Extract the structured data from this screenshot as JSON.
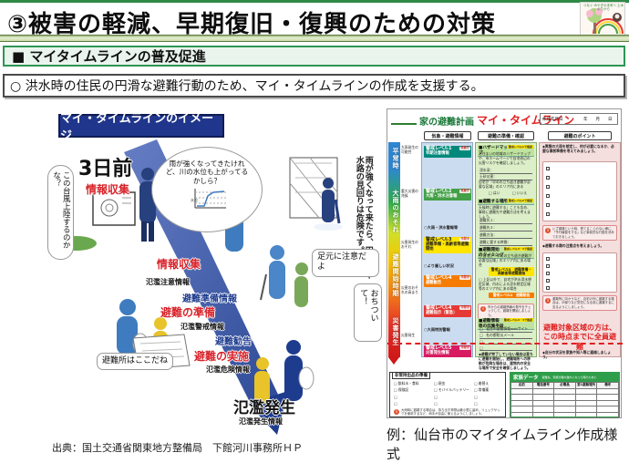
{
  "slide": {
    "title": "③被害の軽減、早期復旧・復興のための対策",
    "logo_text": "つなぐ みやぎの未来へ 土木のちから",
    "section": "■ マイタイムラインの普及促進",
    "lead": "○ 洪水時の住民の円滑な避難行動のため、マイ・タイムラインの作成を支援する。",
    "source": "出典：国土交通省関東地方整備局　下館河川事務所ＨＰ",
    "form_caption": "例：仙台市のマイタイムライン作成様式"
  },
  "colors": {
    "accent_green": "#2f9555",
    "navy": "#20368c",
    "action_red": "#d8232a",
    "form_red": "#e02020"
  },
  "illustration": {
    "badge": "マイ・タイムラインのイメージ",
    "day3": "3日前",
    "info_collect_1": "情報収集",
    "info_collect_2": "情報収集",
    "flood_caution": "氾濫注意情報",
    "evac_prep_info": "避難準備情報",
    "evac_prep": "避難の準備",
    "flood_warning": "氾濫警戒情報",
    "evac_advisory": "避難勧告",
    "evac_action": "避難の実施",
    "flood_danger": "氾濫危険情報",
    "flood_occur": "氾濫発生",
    "flood_occur_info": "氾濫発生情報",
    "bubble_typhoon": "この台風上陸するのかな？",
    "bubble_river": "雨が強くなってきたけれど、川の水位も上がってるかしら？",
    "bubble_patrol": "雨が強くなって来たら、田んぼや水路の見回りは危険です。",
    "bubble_feet": "足元に注意だよ",
    "bubble_calm": "おちついて！",
    "bubble_shelter": "避難所はここだね",
    "chart_label": "水位"
  },
  "form": {
    "title_prefix": "家の避難計画",
    "title_main": "マイ・タイムライン",
    "date_label": "作成年月日　　　　　年　　月　　日",
    "col_met": "気象・避難情報",
    "col_prep": "避難の準備・確認",
    "col_point": "避難のポイント",
    "phases": [
      "平常時",
      "大雨のおそれ",
      "避難開始時期",
      "災害発生"
    ],
    "phase_notes": [
      "大雨発生の可能性",
      "重大災害の兆候",
      "災害発生のおそれ",
      "災害のおそれの高まり",
      "災害発生"
    ],
    "levels": [
      {
        "name": "警戒レベル1",
        "desc": "早期注意情報",
        "src": "気象庁"
      },
      {
        "name": "警戒レベル2",
        "desc": "大雨・洪水注意報",
        "src": "気象庁"
      },
      {
        "name": "警戒レベル3",
        "desc": "避難準備・高齢者等避難開始",
        "src": "市発令"
      },
      {
        "name": "警戒レベル4",
        "desc": "避難勧告",
        "src": "市発令"
      },
      {
        "name": "警戒レベル4",
        "desc": "避難指示（緊急）",
        "src": "市発令"
      },
      {
        "name": "警戒レベル5",
        "desc": "災害発生情報",
        "src": "市発令"
      }
    ],
    "met_notes": [
      "○大雨・洪水警報等",
      "○より厳しい状況",
      "○大雨特別警報"
    ],
    "prep": {
      "sec1_title": "■ハザードマップ",
      "sec1_tag": "警戒レベル1で確認",
      "sec1_body": "お住まいの地域のハザードマップや、市ホームページで自宅周辺の災害リスクを確認しましょう。",
      "sec1_f1": "浸水深：",
      "sec1_f2": "土砂災害：",
      "sec1_q": "自宅が「早めの立ち退き避難が必要な区域」のエリア内にある",
      "yes": "□ はい",
      "no": "□ いいえ",
      "sec2_title": "■避難する場所",
      "sec2_tag": "警戒レベル2で確認",
      "sec2_body": "天候時に避難する」ことも含め、事前に避難先や避難方法を考えましょう。",
      "sec2_f1": "避難先１：",
      "sec2_f2": "避難先２：",
      "sec2_f3": "避難方法：",
      "sec2_f4": "避難に要する時間：",
      "sec3_title": "■避難開始のタイミング",
      "sec3_tag": "警戒レベル3・4で確認",
      "sec3_c1": "□ 自宅が「早めの立ち退き避難が必要な区域」のエリア内にある場合",
      "sec3_c2": "□ 上記以外で、自宅が洪水浸水想定区域、内水による浸水想定区域等のエリア内にある場合",
      "sec3_l3": "警戒レベル3　避難準備・高齢者等避難開始",
      "sec3_l4": "警戒レベル4　避難勧告",
      "info1": "市からの避難情報の発令をチェックして、避難を開始しましょう。",
      "sec4_title": "■避難情報等の収集手段",
      "sec4_tag": "警戒レベル3・4で確認",
      "sec4_c1": "□　仙台市避難情報webサイト",
      "sec4_c2": "□　杜の都防災メール",
      "bottom": "◆避難が完了していない場合は直ちに避難を開始し、避難場所への移動が危険な場合は、建物内の安全な場所で安全を確保しましょう。"
    },
    "point": {
      "t1": "◆実際の大雨を想定し、何が必要になるか、必要な事前準備を考えてみましょう。",
      "info1": "いざ避難という時、慌てることのない様に、「予行練習をする」など事前的な行動を決めておきましょう。",
      "t2": "◆避難する際の注意点を考えましょう。",
      "info2": "避難所に向かうなど、自宅の外に避難する場合は、戸締りなど防犯になる前に避難するに至るようにしましょう。",
      "red": "避難対象区域の方は、この時点までに全員避難",
      "t3": "◆自分の状況を家族や知人等に連絡しましょう。"
    },
    "carry": {
      "title": "非常持出品の準備",
      "item1": "□ 飲料水・食料",
      "item2": "□ 現金",
      "item3": "□ 着替え",
      "item4": "□ 保険証",
      "item5": "□ モバイルバッテリー",
      "item6": "□ 常備薬",
      "note": "大雨時に避難する場合は、持ち出す荷物は最小限に留め、リュックサックを使用するなど、両手が自由に使えるようにしましょう。"
    },
    "family": {
      "title": "家族データ",
      "subtitle": "避難先、家族が離れ離れになった時のために",
      "headers": [
        "名前",
        "電話番号",
        "必需品",
        "第1避難場所",
        "備考"
      ]
    }
  }
}
